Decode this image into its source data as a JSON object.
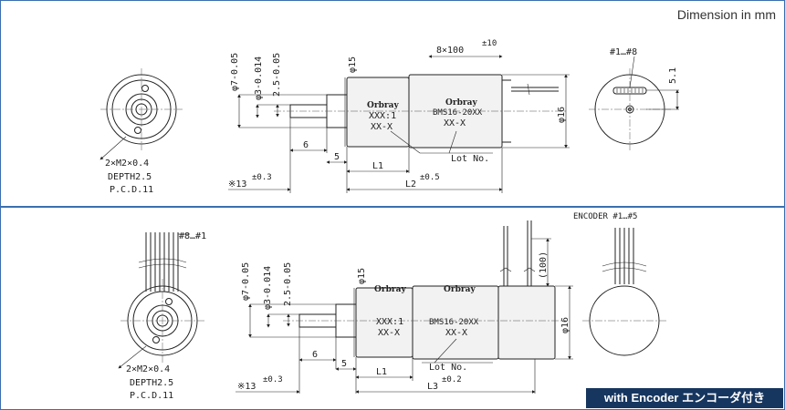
{
  "header": {
    "unit_label": "Dimension in mm"
  },
  "badge": {
    "label": "with Encoder  エンコーダ付き"
  },
  "top": {
    "front": {
      "holes": "2×M2×0.4",
      "depth": "DEPTH2.5",
      "pcd": "P.C.D.11"
    },
    "dims": {
      "d7": "φ7-0.05",
      "d3": "φ3-0.014",
      "d25": "2.5-0.05",
      "d15": "φ15",
      "d6": "6",
      "d5": "5",
      "L1": "L1",
      "L2": "L2",
      "tolL": "±0.5",
      "l13": "※13",
      "tol13": "±0.3",
      "lead": "8×100",
      "tolLead": "±10",
      "d16": "φ16"
    },
    "gearhead": {
      "brand": "Orbray",
      "ratio": "XXX:1",
      "code": "XX-X"
    },
    "motor": {
      "brand": "Orbray",
      "model": "BMS16-20XX",
      "code": "XX-X"
    },
    "lot": "Lot No.",
    "rear": {
      "pins": "#1…#8",
      "dim": "5.1"
    }
  },
  "bottom": {
    "front": {
      "wires": "#8…#1",
      "holes": "2×M2×0.4",
      "depth": "DEPTH2.5",
      "pcd": "P.C.D.11"
    },
    "dims": {
      "d7": "φ7-0.05",
      "d3": "φ3-0.014",
      "d25": "2.5-0.05",
      "d15": "φ15",
      "d6": "6",
      "d5": "5",
      "L1": "L1",
      "L3": "L3",
      "tolL": "±0.2",
      "l13": "※13",
      "tol13": "±0.3",
      "lead": "(100)",
      "d16": "φ16"
    },
    "gearhead": {
      "brand": "Orbray",
      "ratio": "XXX:1",
      "code": "XX-X"
    },
    "motor": {
      "brand": "Orbray",
      "model": "BMS16-20XX",
      "code": "XX-X"
    },
    "lot": "Lot No.",
    "rear": {
      "pins": "ENCODER #1…#5"
    }
  }
}
